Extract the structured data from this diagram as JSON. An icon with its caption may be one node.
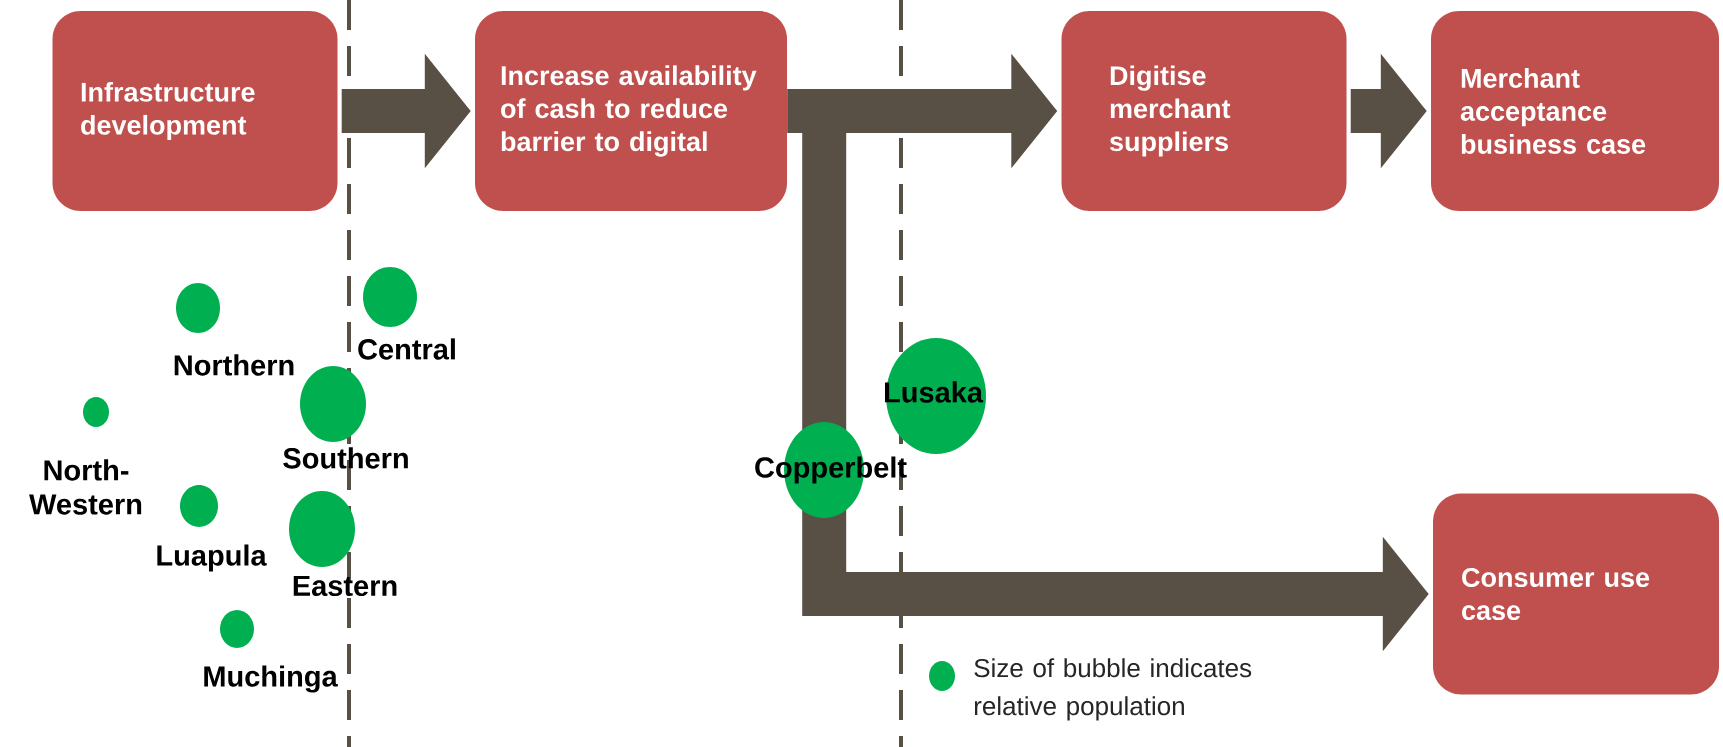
{
  "diagram": {
    "nodes": [
      {
        "text": [
          "Infrastructure development"
        ]
      },
      {
        "text": [
          "Increase availability of cash to reduce barrier to digital"
        ]
      },
      {
        "text": [
          "Digitise merchant suppliers"
        ]
      },
      {
        "text": [
          "Merchant acceptance business case"
        ]
      },
      {
        "text": [
          "Consumer use case"
        ]
      }
    ],
    "edges": [
      {
        "from": 0,
        "to": 1,
        "arrow": "to"
      },
      {
        "from": 1,
        "to": 2,
        "arrow": "to"
      },
      {
        "from": 1,
        "to": 4,
        "arrow": "to"
      },
      {
        "from": 2,
        "to": 3,
        "arrow": "to"
      }
    ],
    "labels": [
      "Central",
      "Northern",
      "Lusaka",
      "Southern",
      "North-Western",
      "Copperbelt",
      "Luapula",
      "Eastern",
      "Muchinga"
    ],
    "legend": [
      {
        "text": "Size of bubble indicates relative population"
      }
    ]
  }
}
